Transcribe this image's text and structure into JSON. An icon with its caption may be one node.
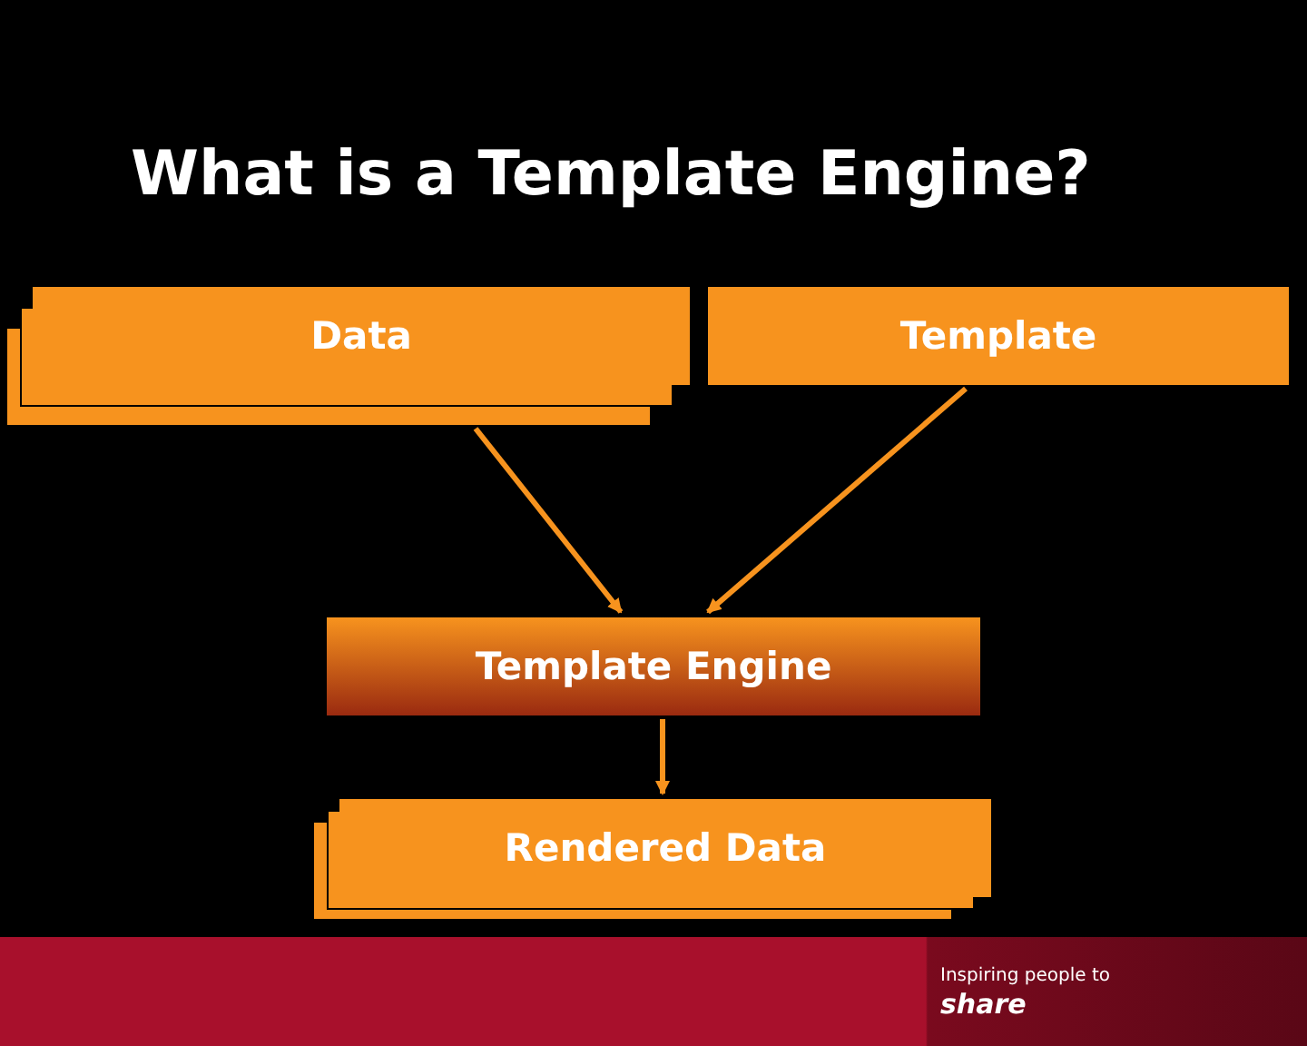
{
  "diagram": {
    "title": "What is a Template Engine?",
    "nodes": [
      {
        "text": [
          "Data"
        ]
      },
      {
        "text": [
          "Template"
        ]
      },
      {
        "text": [
          "Template Engine"
        ]
      },
      {
        "text": [
          "Rendered Data"
        ]
      }
    ],
    "edges": [
      {
        "from": 0,
        "to": 2,
        "arrow": "to"
      },
      {
        "from": 1,
        "to": 2,
        "arrow": "to"
      },
      {
        "from": 2,
        "to": 3,
        "arrow": "to"
      }
    ],
    "labels": [
      "Inspiring people to",
      "share"
    ]
  }
}
